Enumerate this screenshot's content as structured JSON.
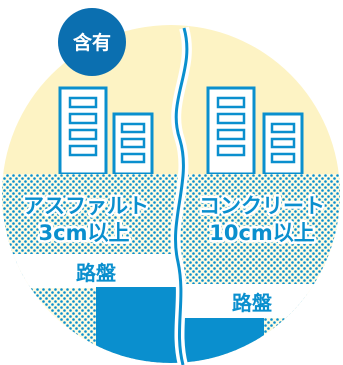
{
  "badge": {
    "text": "含有",
    "color": "#0b6fb0"
  },
  "left": {
    "surface_lines": [
      "アスファルト",
      "3cm以上"
    ],
    "base_label": "路盤"
  },
  "right": {
    "surface_lines": [
      "コンクリート",
      "10cm以上"
    ],
    "base_label": "路盤"
  },
  "colors": {
    "sky": "#fdf3c4",
    "blue": "#0a8fce",
    "dot_bg": "#fffbe0",
    "dot": "#0a8fce",
    "text_fill": "#0a8fce",
    "text_outline": "#ffffff",
    "building_fill": "#ffffff",
    "building_stroke": "#0a8fce"
  }
}
